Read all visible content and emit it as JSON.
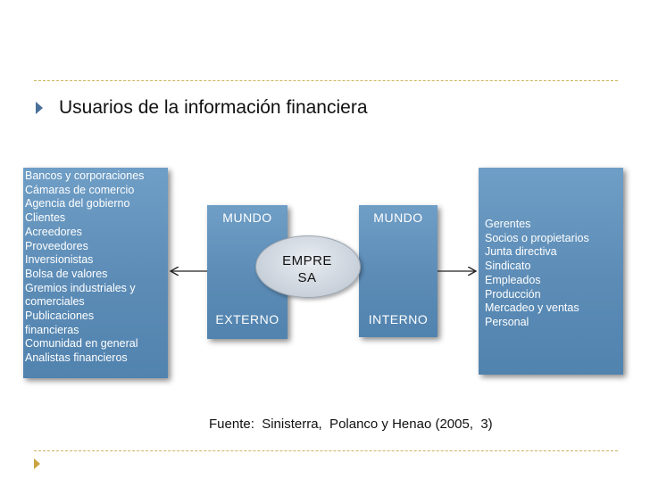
{
  "slide": {
    "title": "Usuarios de la información financiera",
    "source": "Fuente:  Sinisterra,  Polanco y Henao (2005,  3)"
  },
  "external_users": {
    "items": [
      "Bancos y corporaciones",
      "Cámaras de comercio",
      "Agencia del gobierno",
      "Clientes",
      "Acreedores",
      "Proveedores",
      "Inversionistas",
      "Bolsa de valores",
      "Gremios industriales y",
      "comerciales",
      "Publicaciones",
      "financieras",
      "Comunidad en general",
      "Analistas financieros"
    ]
  },
  "internal_users": {
    "items": [
      "Gerentes",
      "Socios o propietarios",
      "Junta directiva",
      "Sindicato",
      "Empleados",
      "Producción",
      "Mercadeo y ventas",
      "Personal"
    ]
  },
  "world_external": {
    "top": "MUNDO",
    "bottom": "EXTERNO"
  },
  "world_internal": {
    "top": "MUNDO",
    "bottom": "INTERNO"
  },
  "company": {
    "label": "EMPRESA"
  },
  "colors": {
    "box_fill": "#5f8fba",
    "accent_gold": "#c9a440",
    "bullet_blue": "#4a6f9a"
  }
}
